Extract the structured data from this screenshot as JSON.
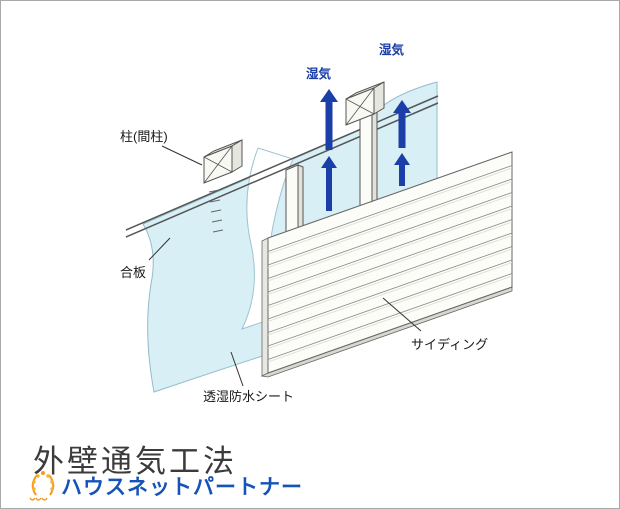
{
  "diagram": {
    "labels": {
      "post": "柱(間柱)",
      "plywood": "合板",
      "breathable_sheet": "透湿防水シート",
      "siding": "サイディング",
      "moisture_left": "湿気",
      "moisture_right": "湿気"
    },
    "colors": {
      "sheet_fill": "#d8eff6",
      "sheet_edge": "#93bcca",
      "arrow": "#1b3ea8",
      "moisture_text": "#1b3ea8",
      "label_text": "#1a1a1a",
      "outline": "#555555",
      "title_text": "#3b3b3b",
      "brand_text": "#1553b8",
      "logo_orange": "#f59a1e"
    }
  },
  "footer": {
    "title": "外壁通気工法",
    "brand": "ハウスネットパートナー"
  }
}
